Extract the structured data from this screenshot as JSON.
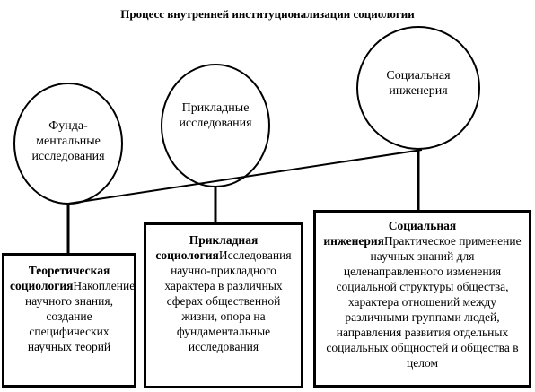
{
  "title": "Процесс внутренней институционализации социологии",
  "circles": {
    "fundamental": {
      "lines": [
        "Фунда-",
        "ментальные",
        "исследования"
      ]
    },
    "applied": {
      "lines": [
        "Прикладные",
        "исследования"
      ]
    },
    "social": {
      "lines": [
        "Социальная",
        "инженерия"
      ]
    }
  },
  "boxes": {
    "theoretical": {
      "heading": "Теоретическая социология",
      "text": "Накопление научного знания, создание специфических научных теорий"
    },
    "applied": {
      "heading": "Прикладная социология",
      "text": "Исследования научно-прикладного характера в различных сферах общественной жизни, опора на фундаментальные исследования"
    },
    "social": {
      "heading": "Социальная инженерия",
      "text": "Практическое применение научных знаний для целенаправленного изменения социальной структуры общества, характера отношений между различными группами людей, направления развития отдельных социальных общностей и общества в целом"
    }
  }
}
